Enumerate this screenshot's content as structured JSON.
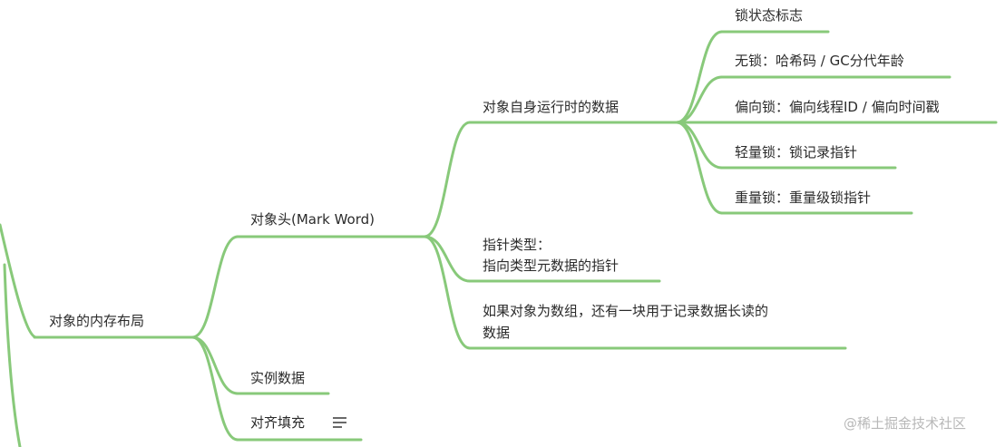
{
  "mindmap": {
    "line_color": "#88c97a",
    "root": {
      "label": "对象的内存布局"
    },
    "level1": [
      {
        "label": "对象头(Mark Word)"
      },
      {
        "label": "实例数据"
      },
      {
        "label": "对齐填充"
      }
    ],
    "header_children": [
      {
        "label": "对象自身运行时的数据"
      },
      {
        "label": "指针类型：",
        "label_line2": "指向类型元数据的指针"
      },
      {
        "label": "如果对象为数组，还有一块用于记录数据长读的",
        "label_line2": "数据"
      }
    ],
    "runtime_children": [
      {
        "label": "锁状态标志"
      },
      {
        "label": "无锁：哈希码 / GC分代年龄"
      },
      {
        "label": "偏向锁：偏向线程ID / 偏向时间戳"
      },
      {
        "label": "轻量锁：锁记录指针"
      },
      {
        "label": "重量锁：重量级锁指针"
      }
    ]
  },
  "notes_icon": "notes-lines-icon",
  "watermark": "@稀土掘金技术社区"
}
